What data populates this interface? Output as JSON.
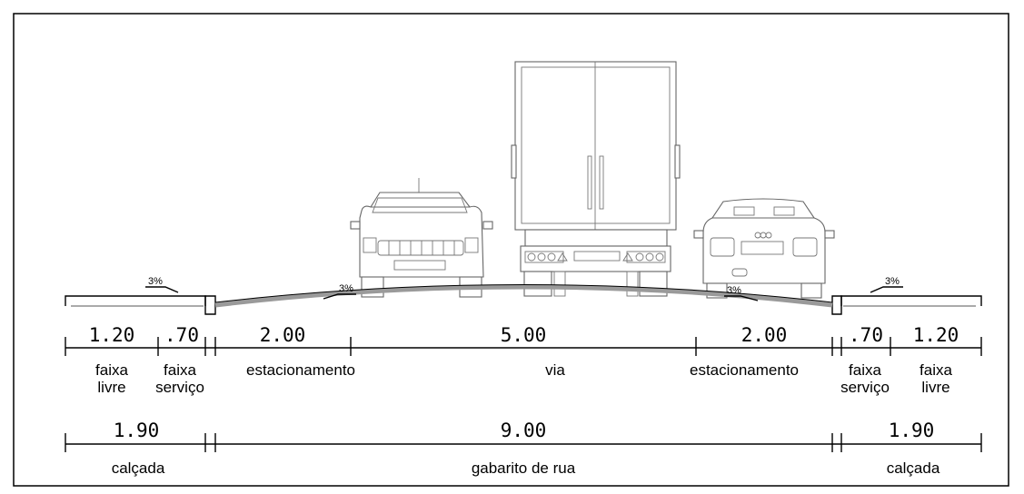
{
  "diagram": {
    "slopes": [
      {
        "id": "sidewalk-left",
        "text": "3%"
      },
      {
        "id": "road-left",
        "text": "3%"
      },
      {
        "id": "road-right",
        "text": "3%"
      },
      {
        "id": "sidewalk-right",
        "text": "3%"
      }
    ],
    "row1": [
      {
        "value": "1.20",
        "label_lines": [
          "faixa",
          "livre"
        ]
      },
      {
        "value": ".70",
        "label_lines": [
          "faixa",
          "serviço"
        ]
      },
      {
        "value": "2.00",
        "label_lines": [
          "estacionamento"
        ]
      },
      {
        "value": "5.00",
        "label_lines": [
          "via"
        ]
      },
      {
        "value": "2.00",
        "label_lines": [
          "estacionamento"
        ]
      },
      {
        "value": ".70",
        "label_lines": [
          "faixa",
          "serviço"
        ]
      },
      {
        "value": "1.20",
        "label_lines": [
          "faixa",
          "livre"
        ]
      }
    ],
    "row2": [
      {
        "value": "1.90",
        "label": "calçada"
      },
      {
        "value": "9.00",
        "label": "gabarito de rua"
      },
      {
        "value": "1.90",
        "label": "calçada"
      }
    ],
    "colors": {
      "line": "#000000",
      "road_surface": "#9a9a9a",
      "vehicle_line": "#666666"
    },
    "icons": [
      "car-front-icon",
      "truck-rear-icon",
      "car-rear-icon"
    ]
  }
}
